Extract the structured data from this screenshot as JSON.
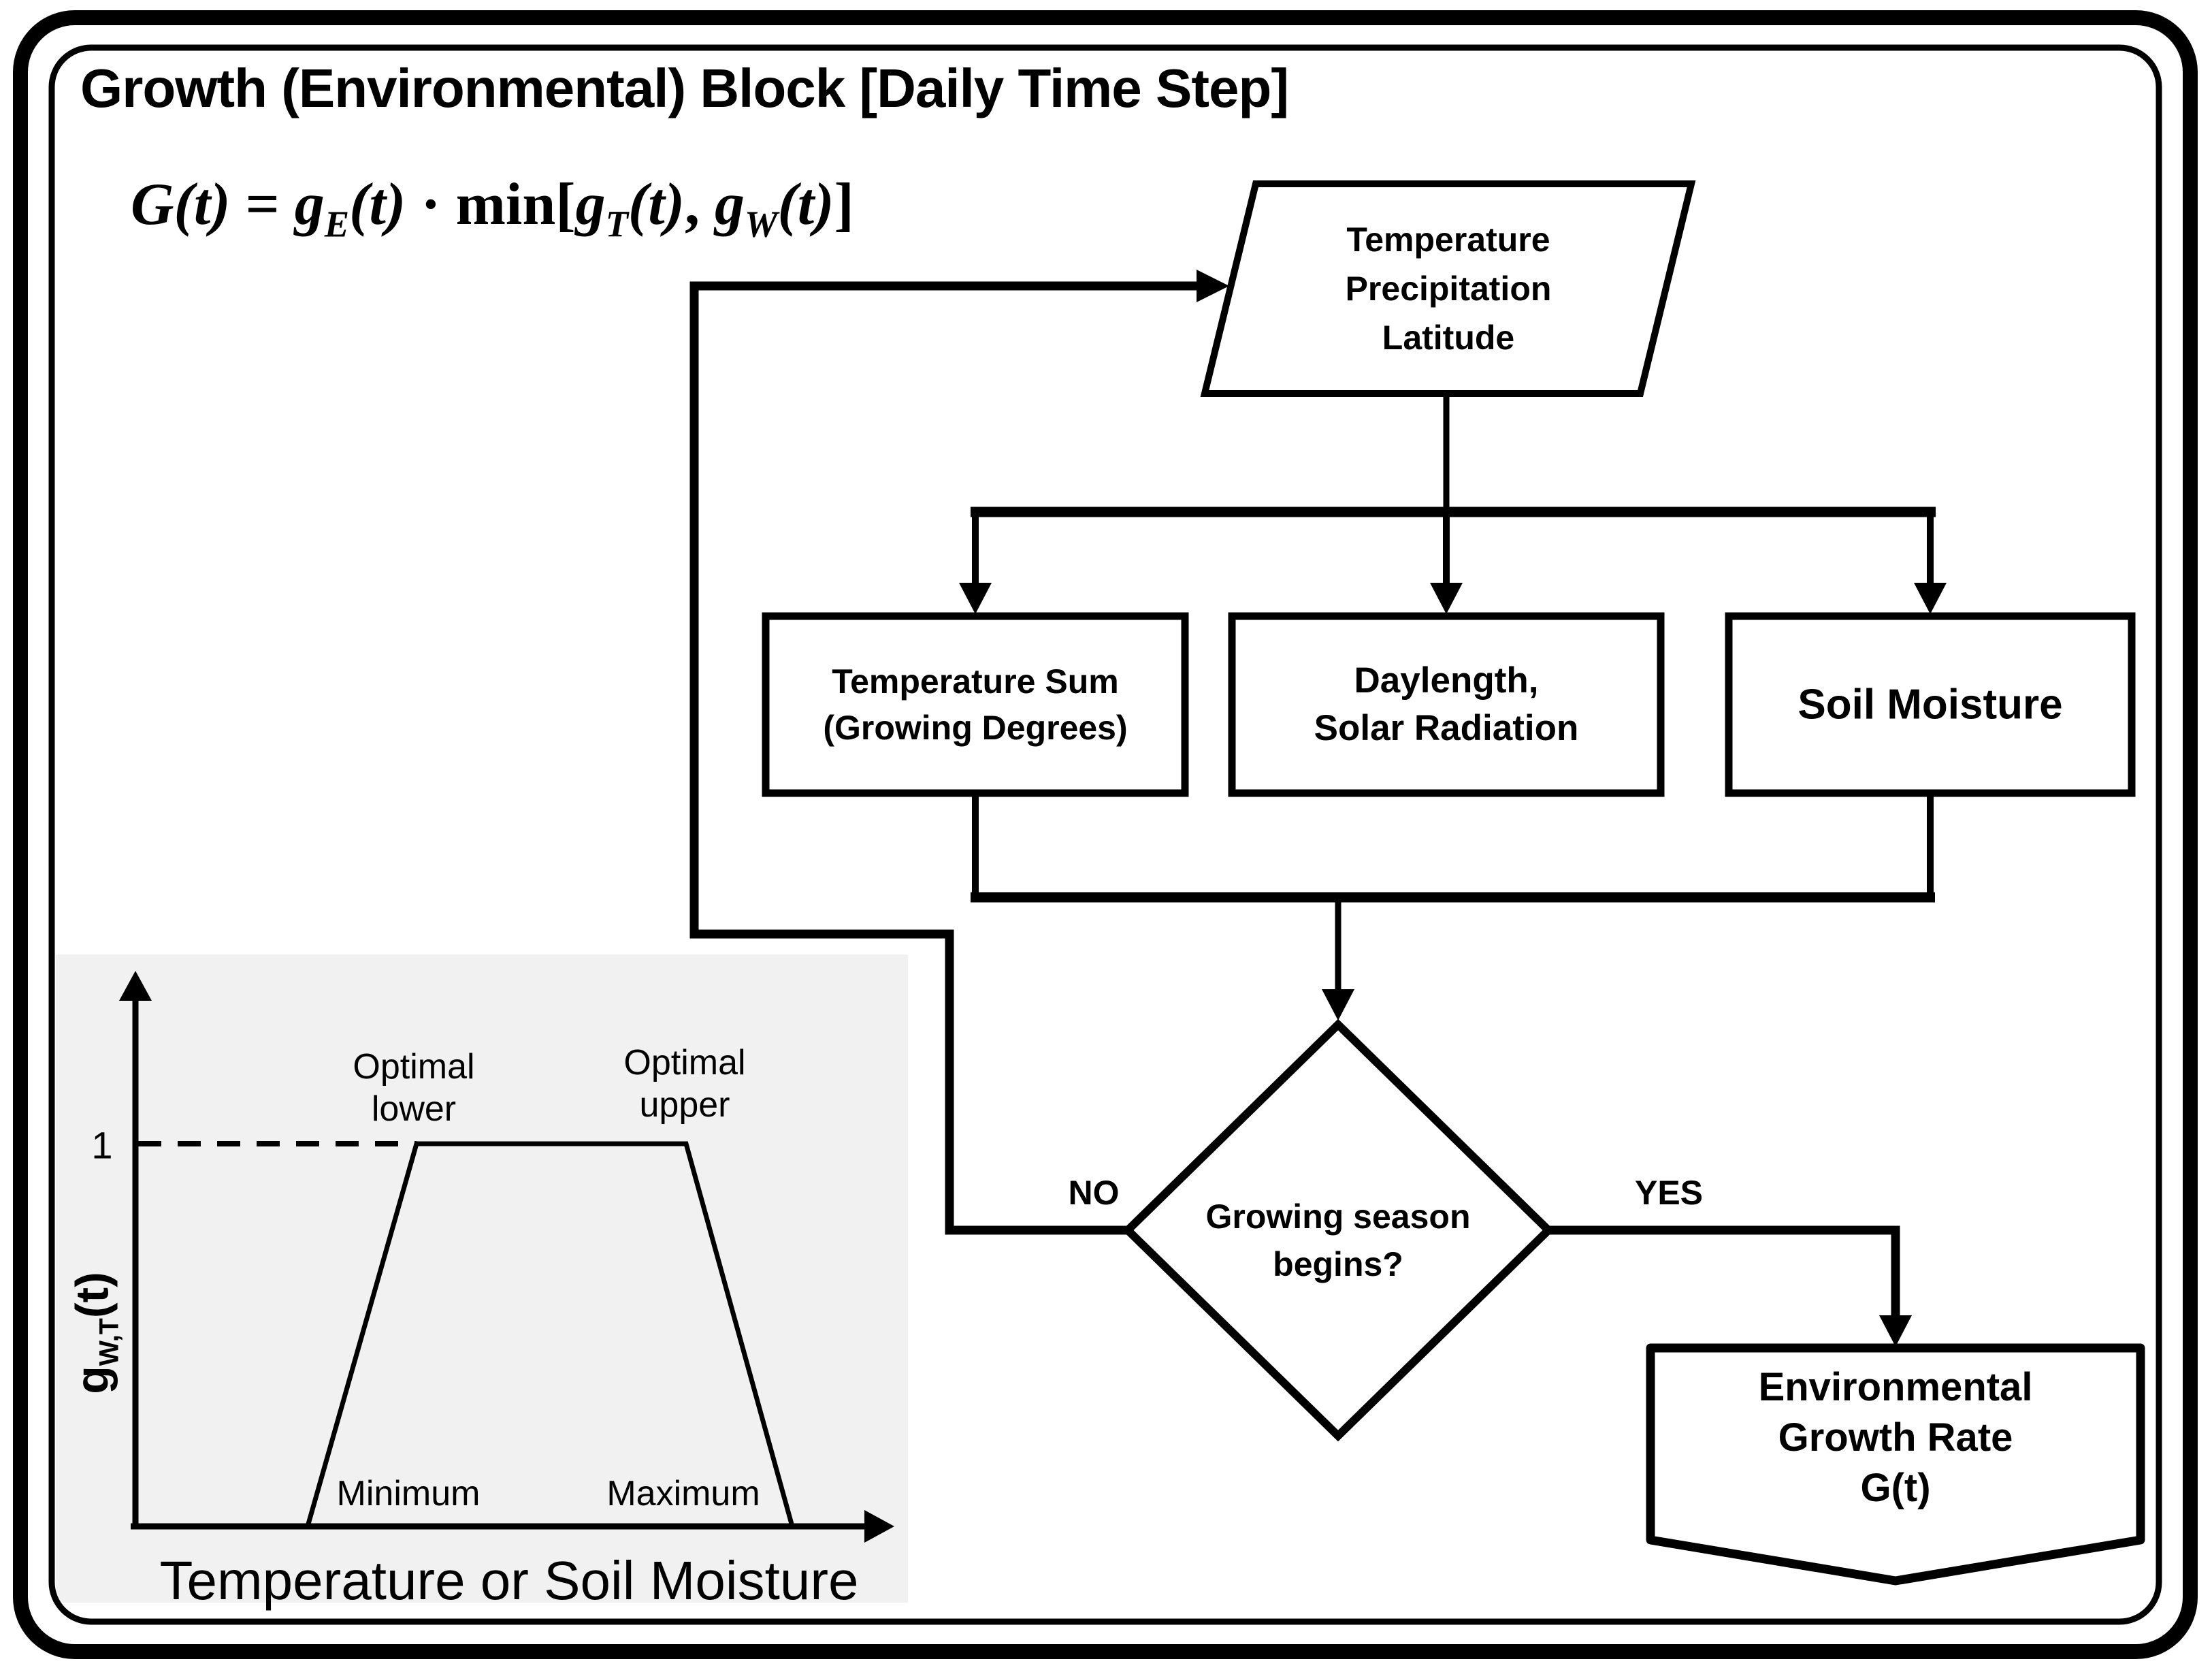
{
  "title": "Growth (Environmental) Block [Daily Time Step]",
  "formula": {
    "lhs": "G(t)",
    "eq": " = ",
    "g": "g",
    "subE": "E",
    "subT": "T",
    "subW": "W",
    "paren_t": "(t)",
    "mid": " · ",
    "min_open": "min[",
    "comma": ", ",
    "close": "]"
  },
  "nodes": {
    "parallelogram": {
      "lines": [
        "Temperature",
        "Precipitation",
        "Latitude"
      ]
    },
    "box_temp_sum": {
      "lines": [
        "Temperature Sum",
        "(Growing Degrees)"
      ]
    },
    "box_daylength": {
      "lines": [
        "Daylength,",
        "Solar Radiation"
      ]
    },
    "box_soil": {
      "lines": [
        "Soil Moisture"
      ]
    },
    "decision": {
      "lines": [
        "Growing season",
        "begins?"
      ]
    },
    "output": {
      "lines": [
        "Environmental",
        "Growth Rate",
        "G(t)"
      ]
    }
  },
  "edges": {
    "no": "NO",
    "yes": "YES"
  },
  "inset": {
    "tick1": "1",
    "ylabel": {
      "g": "g",
      "sub": "W,T",
      "t": "(t)"
    },
    "xlabel": "Temperature or Soil Moisture",
    "optimal_lower": [
      "Optimal",
      "lower"
    ],
    "optimal_upper": [
      "Optimal",
      "upper"
    ],
    "minimum": "Minimum",
    "maximum": "Maximum"
  },
  "chart_data": {
    "type": "line",
    "title": "",
    "xlabel": "Temperature or Soil Moisture",
    "ylabel": "g_{W,T}(t)",
    "x_categories": [
      "origin",
      "Minimum",
      "Optimal lower",
      "Optimal upper",
      "Maximum",
      "axis end"
    ],
    "y_values": [
      0,
      0,
      1,
      1,
      0,
      0
    ],
    "ylim": [
      0,
      1.35
    ],
    "grid": false,
    "legend": "none",
    "annotations": [
      "dashed horizontal reference line at y = 1 from y-axis to the 'Optimal lower' break point",
      "trapezoidal response curve: 0 below Minimum, rising to 1 at Optimal lower, flat 1 until Optimal upper, falling to 0 at Maximum"
    ]
  },
  "colors": {
    "ink": "#000000",
    "background": "#ffffff",
    "inset_panel": "#f1f1f1"
  }
}
